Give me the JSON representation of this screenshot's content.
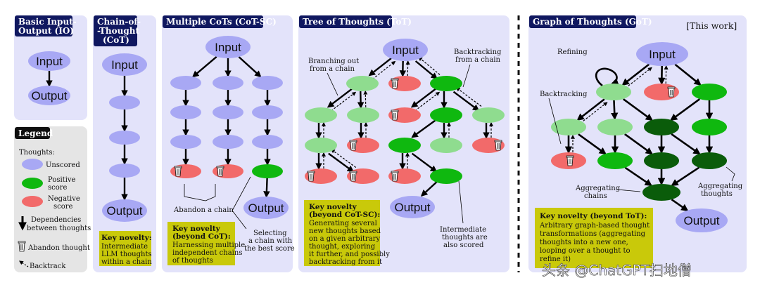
{
  "panels": {
    "io": {
      "title_lines": [
        "Basic Input-",
        "Output (IO)"
      ]
    },
    "cot": {
      "title_lines": [
        "Chain-of-",
        "-Thought",
        "(CoT)"
      ],
      "novelty_title": "Key novelty:",
      "novelty_lines": [
        "Intermediate",
        "LLM thoughts",
        "within a chain"
      ]
    },
    "cotsc": {
      "title": "Multiple CoTs (CoT-SC)",
      "novelty_title_lines": [
        "Key novelty",
        "(beyond CoT):"
      ],
      "novelty_lines": [
        "Harnessing multiple",
        "independent chains",
        "of thoughts"
      ],
      "ann_abandon": "Abandon a chain",
      "ann_select": [
        "Selecting",
        "a chain with",
        "the best score"
      ]
    },
    "tot": {
      "title": "Tree of Thoughts (ToT)",
      "ann_branch": [
        "Branching out",
        "from a chain"
      ],
      "ann_back": [
        "Backtracking",
        "from a chain"
      ],
      "ann_inter": [
        "Intermediate",
        "thoughts are",
        "also scored"
      ],
      "novelty_title_lines": [
        "Key novelty",
        "(beyond CoT-SC):"
      ],
      "novelty_lines": [
        "Generating several",
        "new thoughts based",
        "on a given arbitrary",
        "thought, exploring",
        "it further, and possibly",
        "backtracking from it"
      ]
    },
    "got": {
      "title": "Graph of Thoughts (GoT)",
      "this_work": "[This work]",
      "ann_refining": "Refining",
      "ann_back": "Backtracking",
      "ann_agg_chains": [
        "Aggregating",
        "chains"
      ],
      "ann_agg_thoughts": [
        "Aggregating",
        "thoughts"
      ],
      "novelty_title": "Key novelty (beyond ToT):",
      "novelty_lines": [
        "Arbitrary graph-based thought",
        "transformations (aggregating",
        "thoughts into a new one,",
        "looping over a thought to",
        "refine it)"
      ]
    }
  },
  "nodes": {
    "input": "Input",
    "output": "Output"
  },
  "legend": {
    "title": "Legend",
    "thoughts": "Thoughts:",
    "unscored": "Unscored",
    "positive": [
      "Positive",
      "score"
    ],
    "negative": [
      "Negative",
      "score"
    ],
    "dependencies": [
      "Dependencies",
      "between thoughts"
    ],
    "abandon": "Abandon thought",
    "backtrack": "Backtrack"
  },
  "watermark": "头条 @ChatGPT扫地僧",
  "colors": {
    "panel_bg": "#e3e3fa",
    "legend_bg": "#e5e5e5",
    "title_bg": "#101860",
    "unscored": "#a8a8f4",
    "positive_light": "#8fdc8f",
    "positive": "#0fb80f",
    "positive_dark": "#0a5c0a",
    "negative": "#f26a6a",
    "novelty_bg": "#c9c90a"
  }
}
